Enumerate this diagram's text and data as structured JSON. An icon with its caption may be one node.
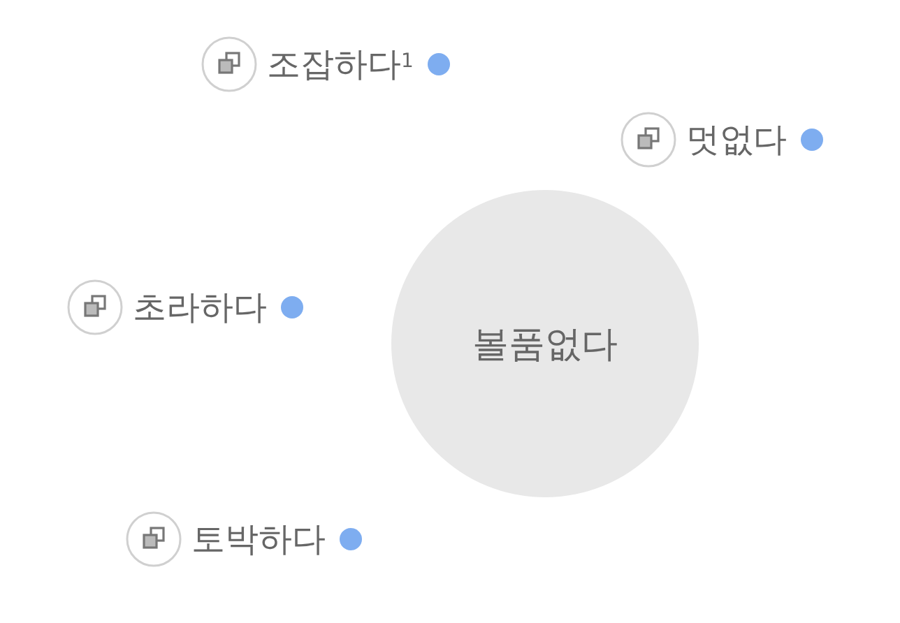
{
  "diagram": {
    "nodes": [
      {
        "text": [
          "볼품없다"
        ]
      }
    ],
    "labels": [
      "조잡하다$^{1}$",
      "멋없다",
      "초라하다",
      "토박하다"
    ]
  }
}
